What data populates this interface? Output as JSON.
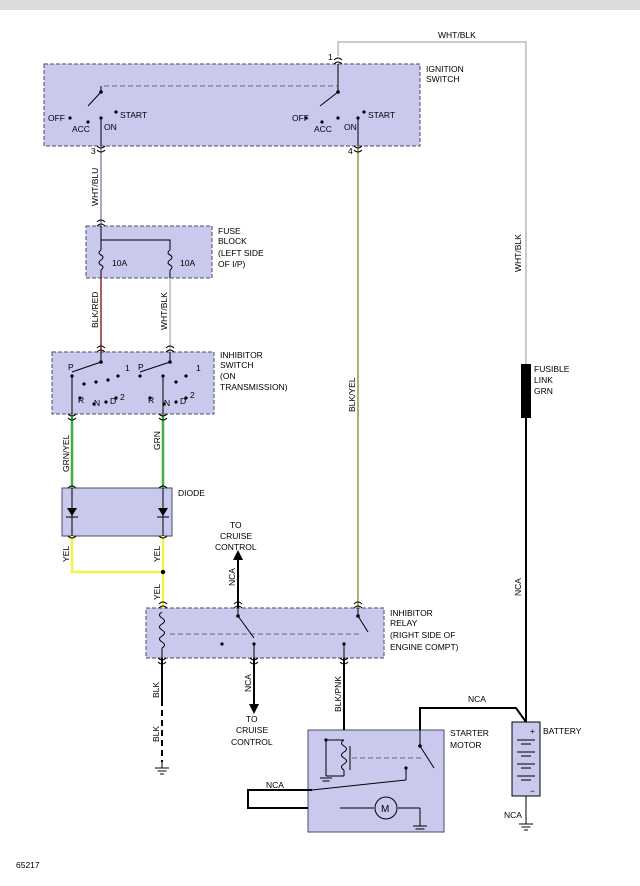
{
  "labels": {
    "ignition_switch": [
      "IGNITION",
      "SWITCH"
    ],
    "off": "OFF",
    "acc": "ACC",
    "on": "ON",
    "start": "START",
    "pin1": "1",
    "pin3": "3",
    "pin4": "4",
    "fuse_block": [
      "FUSE",
      "BLOCK",
      "(LEFT SIDE",
      "OF I/P)"
    ],
    "fuse_rating": "10A",
    "inhibitor_switch": [
      "INHIBITOR",
      "SWITCH",
      "(ON",
      "TRANSMISSION)"
    ],
    "p": "P",
    "r": "R",
    "n": "N",
    "d": "D",
    "one": "1",
    "two": "2",
    "diode": "DIODE",
    "to_cruise_control": [
      "TO",
      "CRUISE",
      "CONTROL"
    ],
    "inhibitor_relay": [
      "INHIBITOR",
      "RELAY",
      "(RIGHT SIDE OF",
      "ENGINE COMPT)"
    ],
    "starter_motor": [
      "STARTER",
      "MOTOR"
    ],
    "fusible_link": [
      "FUSIBLE",
      "LINK",
      "GRN"
    ],
    "battery": "BATTERY",
    "motor_symbol": "M",
    "plus": "+",
    "minus": "−",
    "figure_number": "65217"
  },
  "wires": {
    "wht_blk": "WHT/BLK",
    "wht_blu": "WHT/BLU",
    "blk_red": "BLK/RED",
    "blk_yel": "BLK/YEL",
    "grn_yel": "GRN/YEL",
    "grn": "GRN",
    "yel": "YEL",
    "nca": "NCA",
    "blk": "BLK",
    "blk_pnk": "BLK/PNK"
  },
  "colors": {
    "wht_blk": "#b8b8b8",
    "wht_blu": "#8a8ab4",
    "blk_red": "#8b2a2a",
    "blk_yel": "#9a9446",
    "green": "#3fae3f",
    "yellow": "#f2f24a",
    "black": "#000000",
    "box_fill": "#c9c9ee"
  }
}
